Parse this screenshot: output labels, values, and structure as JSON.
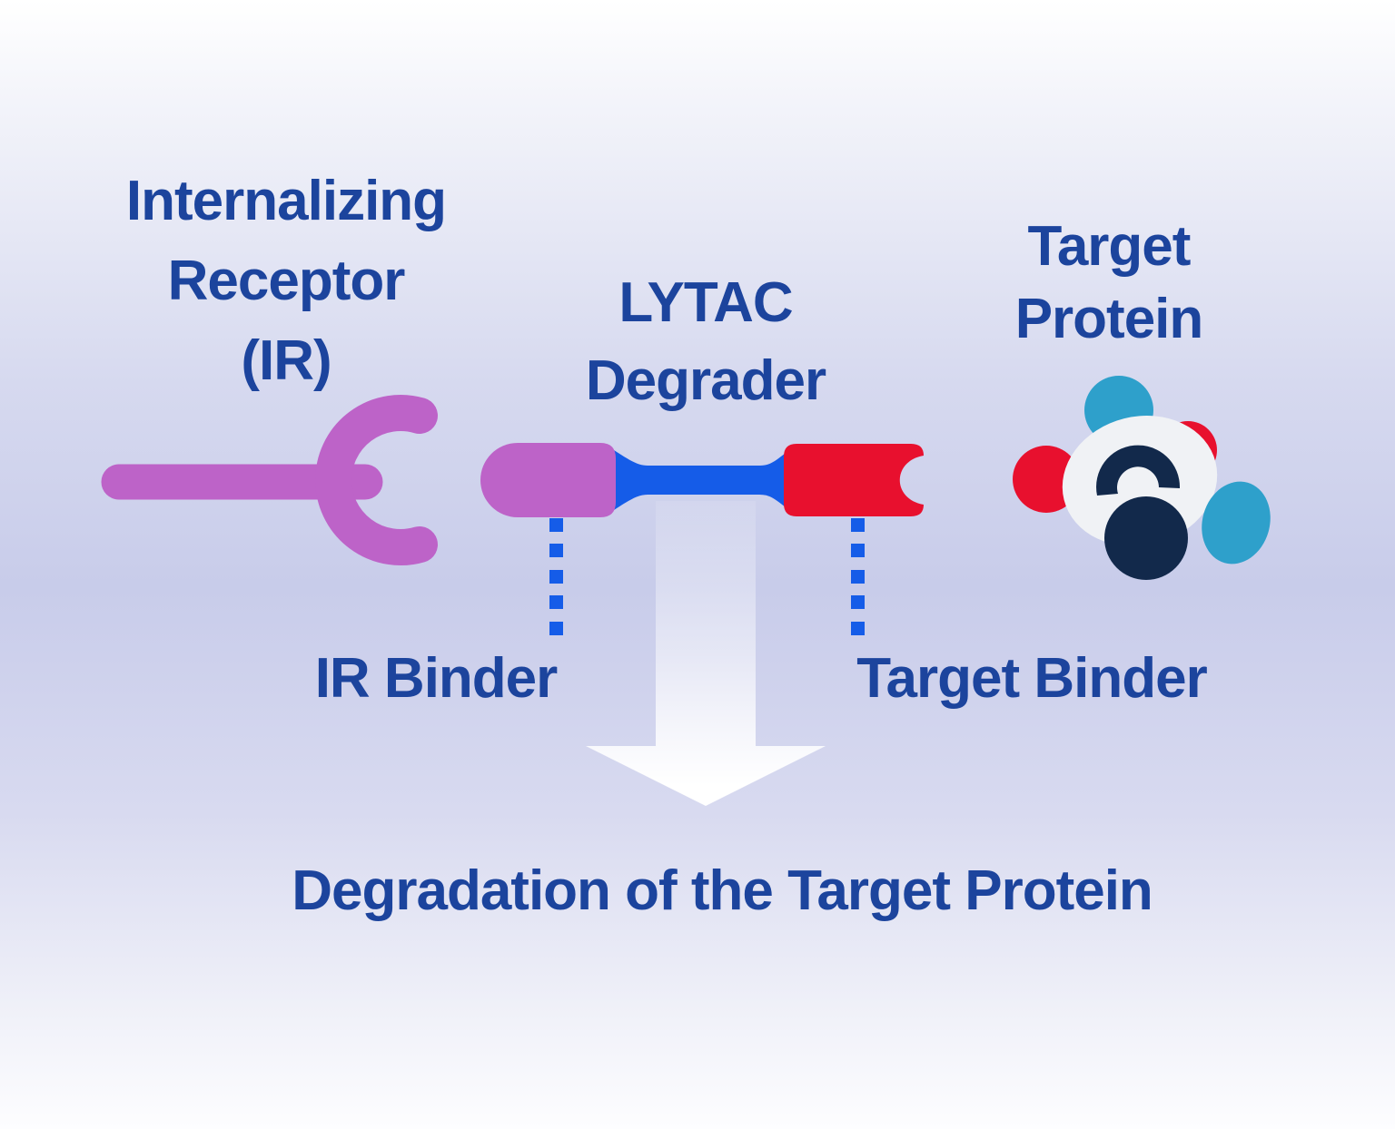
{
  "labels": {
    "internalizing_receptor": {
      "line1": "Internalizing",
      "line2": "Receptor",
      "line3": "(IR)"
    },
    "lytac_degrader": {
      "line1": "LYTAC",
      "line2": "Degrader"
    },
    "target_protein": {
      "line1": "Target",
      "line2": "Protein"
    },
    "ir_binder": "IR Binder",
    "target_binder": "Target Binder",
    "degradation_caption": "Degradation of the Target Protein"
  },
  "colors": {
    "text_blue": "#1C449D",
    "purple": "#BD63C8",
    "linker_blue": "#155CE8",
    "red": "#E8102E",
    "navy": "#12294B",
    "cyan": "#2EA0CB",
    "protein_white": "#F0F2F5",
    "arrow_white": "#FFFFFF",
    "background_lavender": "#C8CCEA"
  },
  "icons": {
    "receptor": "y-receptor-icon",
    "degrader": "degrader-molecule-icon",
    "target_protein": "protein-blob-icon",
    "arrow": "down-arrow-icon",
    "connectors": "dashed-connector-line"
  }
}
